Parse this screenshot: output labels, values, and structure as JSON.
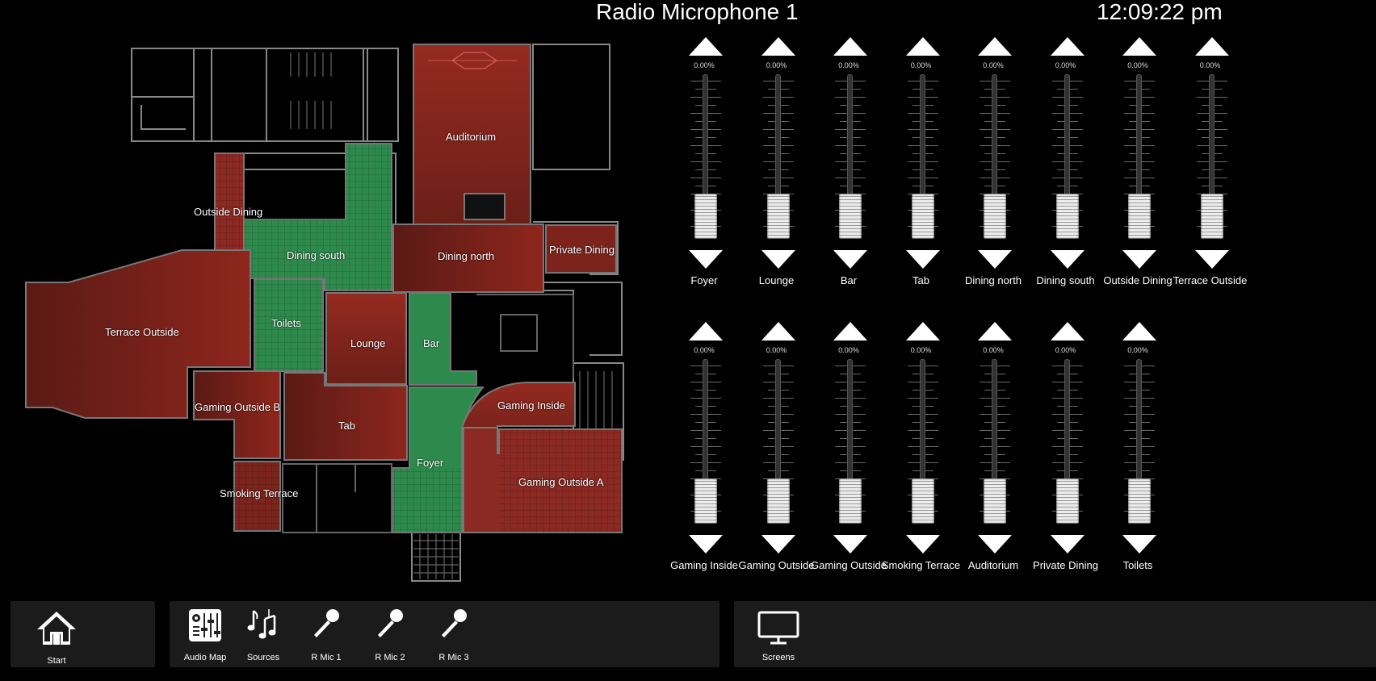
{
  "header": {
    "title": "Radio Microphone 1",
    "clock": "12:09:22 pm"
  },
  "map": {
    "zones": [
      {
        "id": "auditorium",
        "label": "Auditorium",
        "state": "red"
      },
      {
        "id": "outside-dining",
        "label": "Outside Dining",
        "state": "red"
      },
      {
        "id": "dining-south",
        "label": "Dining south",
        "state": "green"
      },
      {
        "id": "dining-north",
        "label": "Dining north",
        "state": "red"
      },
      {
        "id": "private-dining",
        "label": "Private Dining",
        "state": "red"
      },
      {
        "id": "terrace-outside",
        "label": "Terrace Outside",
        "state": "red"
      },
      {
        "id": "toilets",
        "label": "Toilets",
        "state": "green"
      },
      {
        "id": "lounge",
        "label": "Lounge",
        "state": "red"
      },
      {
        "id": "bar",
        "label": "Bar",
        "state": "green"
      },
      {
        "id": "gaming-outside-b",
        "label": "Gaming Outside B",
        "state": "red"
      },
      {
        "id": "tab",
        "label": "Tab",
        "state": "red"
      },
      {
        "id": "gaming-inside",
        "label": "Gaming Inside",
        "state": "red"
      },
      {
        "id": "foyer",
        "label": "Foyer",
        "state": "green"
      },
      {
        "id": "gaming-outside-a",
        "label": "Gaming Outside A",
        "state": "red"
      },
      {
        "id": "smoking-terrace",
        "label": "Smoking Terrace",
        "state": "red"
      }
    ]
  },
  "faders": [
    {
      "name": "Foyer",
      "level": "0.00%"
    },
    {
      "name": "Lounge",
      "level": "0.00%"
    },
    {
      "name": "Bar",
      "level": "0.00%"
    },
    {
      "name": "Tab",
      "level": "0.00%"
    },
    {
      "name": "Dining north",
      "level": "0.00%"
    },
    {
      "name": "Dining south",
      "level": "0.00%"
    },
    {
      "name": "Outside Dining",
      "level": "0.00%"
    },
    {
      "name": "Terrace Outside",
      "level": "0.00%"
    },
    {
      "name": "Gaming Inside",
      "level": "0.00%"
    },
    {
      "name": "Gaming Outside",
      "level": "0.00%"
    },
    {
      "name": "Gaming Outside",
      "level": "0.00%"
    },
    {
      "name": "Smoking Terrace",
      "level": "0.00%"
    },
    {
      "name": "Auditorium",
      "level": "0.00%"
    },
    {
      "name": "Private Dining",
      "level": "0.00%"
    },
    {
      "name": "Toilets",
      "level": "0.00%"
    }
  ],
  "nav": {
    "start": "Start",
    "audio_map": "Audio Map",
    "sources": "Sources",
    "rmic1": "R Mic 1",
    "rmic2": "R Mic 2",
    "rmic3": "R Mic 3",
    "screens": "Screens"
  },
  "colors": {
    "zone_active": "#2e9a52",
    "zone_inactive": "#8a2a22",
    "panel": "#1b1b1b"
  }
}
